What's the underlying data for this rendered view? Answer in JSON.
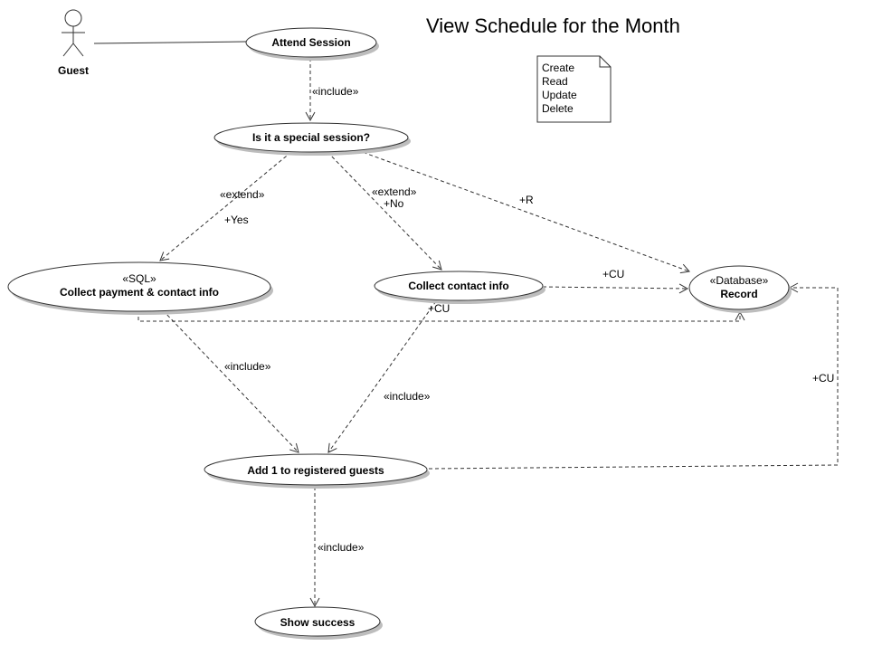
{
  "title": "View Schedule for the Month",
  "actor": {
    "label": "Guest"
  },
  "note": {
    "lines": [
      "Create",
      "Read",
      "Update",
      "Delete"
    ]
  },
  "use_cases": {
    "attend_session": "Attend Session",
    "special_session": "Is it a special session?",
    "collect_payment": {
      "stereotype": "«SQL»",
      "label": "Collect payment & contact info"
    },
    "collect_contact": "Collect contact info",
    "record": {
      "stereotype": "«Database»",
      "label": "Record"
    },
    "add_one": "Add 1 to registered guests",
    "show_success": "Show success"
  },
  "relations": {
    "include_1": "«include»",
    "extend_yes": "«extend»",
    "yes": "+Yes",
    "extend_no": "«extend»",
    "no": "+No",
    "read": "+R",
    "cu_contact_record": "+CU",
    "cu_contact_below": "+CU",
    "include_payment_add": "«include»",
    "include_contact_add": "«include»",
    "cu_add_record": "+CU",
    "include_show": "«include»"
  }
}
